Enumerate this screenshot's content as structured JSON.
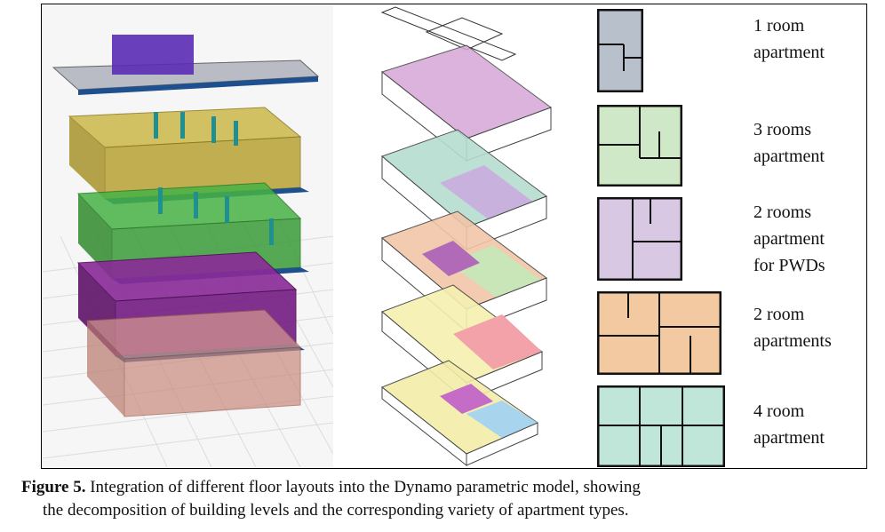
{
  "figure": {
    "caption_prefix": "Figure 5.",
    "caption_line1": " Integration of different floor layouts into the Dynamo parametric model, showing",
    "caption_line2": "the decomposition of building levels and the corresponding variety of apartment types."
  },
  "apartment_types": [
    {
      "line1": "1 room",
      "line2": "apartment",
      "line3": "",
      "color": "#b8c0cc"
    },
    {
      "line1": "3 rooms",
      "line2": "apartment",
      "line3": "",
      "color": "#cfe8c8"
    },
    {
      "line1": "2 rooms",
      "line2": "apartment",
      "line3": "for PWDs",
      "color": "#d9c8e4"
    },
    {
      "line1": "2 room",
      "line2": "apartments",
      "line3": "",
      "color": "#f2c9a1"
    },
    {
      "line1": "4 room",
      "line2": "apartment",
      "line3": "",
      "color": "#bfe6d9"
    }
  ],
  "model_levels": [
    {
      "name": "roof",
      "color": "#b9bcc4"
    },
    {
      "name": "level-yellow",
      "color": "#c9b43c"
    },
    {
      "name": "level-green",
      "color": "#3fa63a"
    },
    {
      "name": "level-purple",
      "color": "#7c1c8a"
    },
    {
      "name": "level-red",
      "color": "#c98a7e"
    }
  ]
}
